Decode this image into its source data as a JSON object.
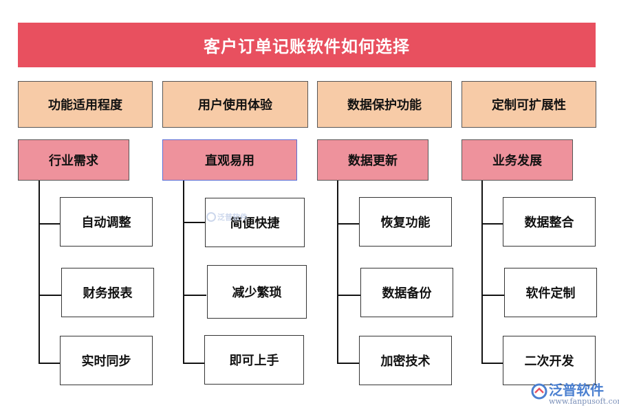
{
  "title": "客户订单记账软件如何选择",
  "columns": [
    {
      "category": "功能适用程度",
      "subcategory": "行业需求",
      "leaves": [
        "自动调整",
        "财务报表",
        "实时同步"
      ]
    },
    {
      "category": "用户使用体验",
      "subcategory": "直观易用",
      "leaves": [
        "简便快捷",
        "减少繁琐",
        "即可上手"
      ]
    },
    {
      "category": "数据保护功能",
      "subcategory": "数据更新",
      "leaves": [
        "恢复功能",
        "数据备份",
        "加密技术"
      ]
    },
    {
      "category": "定制可扩展性",
      "subcategory": "业务发展",
      "leaves": [
        "数据整合",
        "软件定制",
        "二次开发"
      ]
    }
  ],
  "watermark": {
    "inline_text": "泛普软件",
    "brand": "泛普软件",
    "url": "www.fanpusoft.com"
  },
  "colors": {
    "title_bg": "#e8505f",
    "category_bg": "#f7cba7",
    "subcategory_bg": "#ee929c",
    "brand_blue": "#4a7fd0"
  }
}
